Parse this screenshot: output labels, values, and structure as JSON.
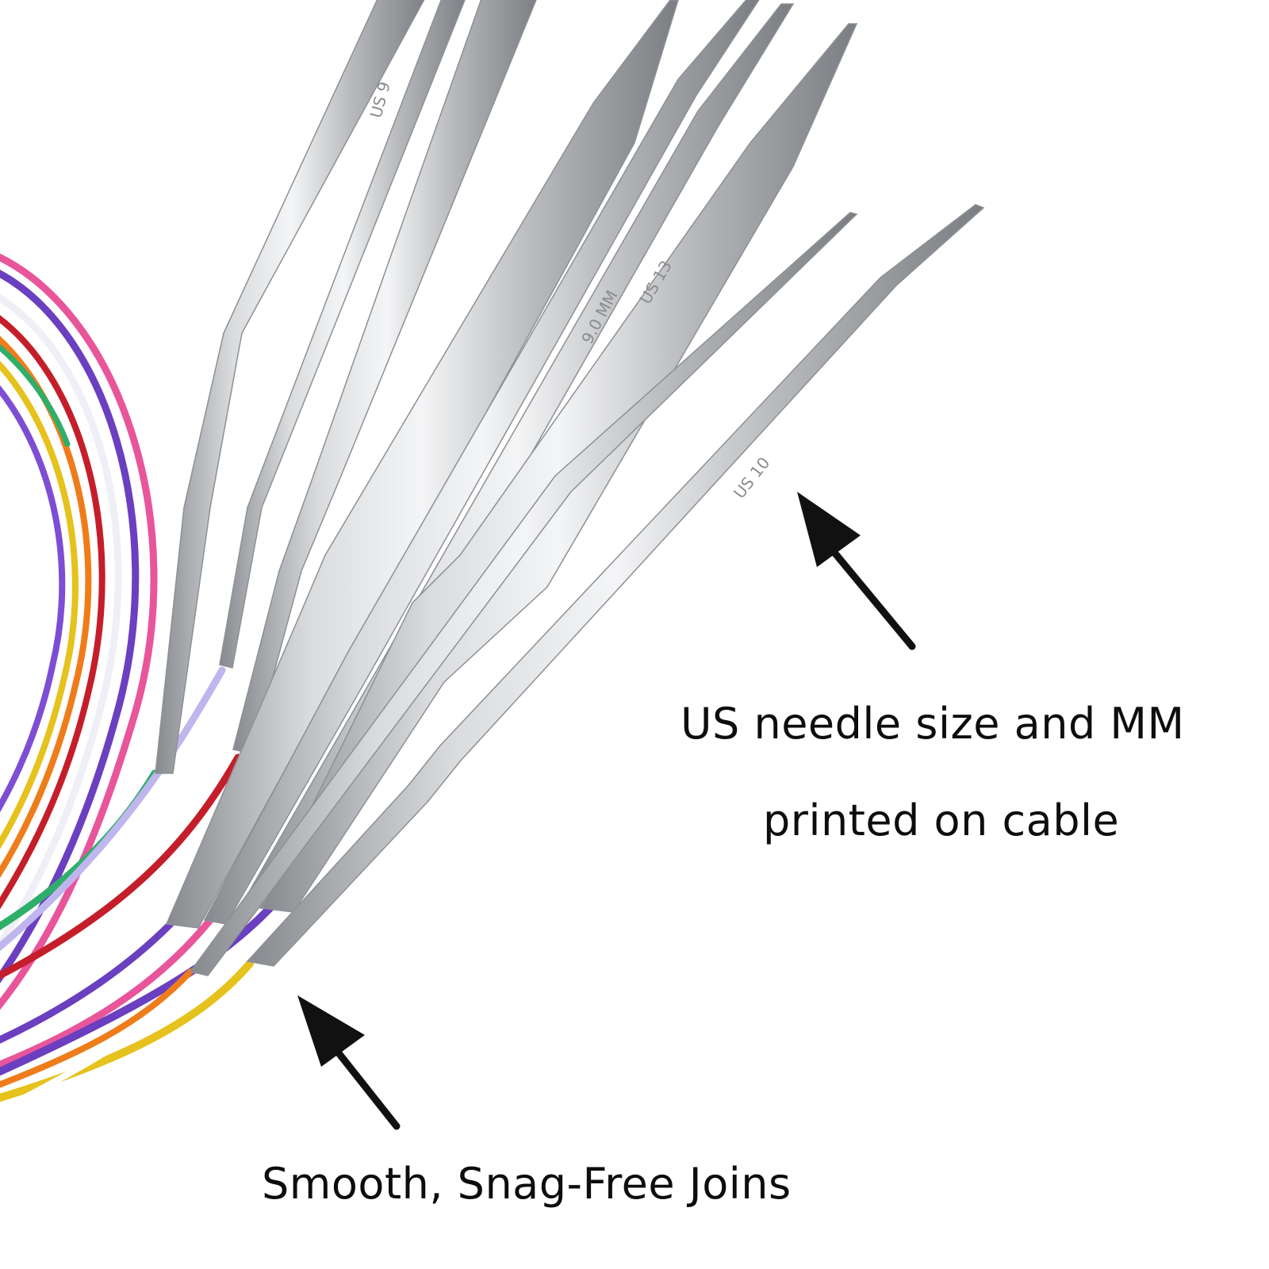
{
  "annotations": {
    "needle_size_line1": "US needle size and MM",
    "needle_size_line2": "printed on cable",
    "joins": "Smooth, Snag-Free Joins"
  },
  "engravings": {
    "size_a": "US 9",
    "size_b": "US 13",
    "size_c": "US 10",
    "metric": "9.0 MM"
  },
  "colors": {
    "background": "#ffffff",
    "text": "#0d0d0d",
    "arrow": "#111111",
    "steel_light": "#e6e7e8",
    "steel_mid": "#b9bbbe",
    "steel_dark": "#7d8084",
    "cable_pink": "#e8559a",
    "cable_purple": "#6a3fc0",
    "cable_red": "#c41e2a",
    "cable_orange": "#ef7c1a",
    "cable_yellow": "#e5c21c",
    "cable_green": "#2fae6a",
    "cable_white": "#eef0f5",
    "cable_lavender": "#bfb6ee"
  }
}
